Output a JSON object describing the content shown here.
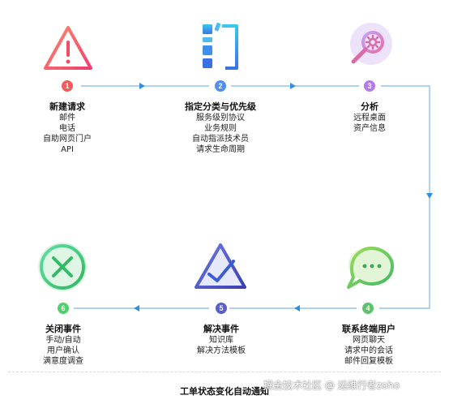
{
  "steps": [
    {
      "num": "1",
      "title": "新建请求",
      "lines": [
        "邮件",
        "电话",
        "自助网页门户",
        "API"
      ],
      "icon": "warning-triangle-icon"
    },
    {
      "num": "2",
      "title": "指定分类与优先级",
      "lines": [
        "服务级别协议",
        "业务规则",
        "自动指派技术员",
        "请求生命周期"
      ],
      "icon": "classification-blocks-icon"
    },
    {
      "num": "3",
      "title": "分析",
      "lines": [
        "远程桌面",
        "资产信息"
      ],
      "icon": "magnifier-gear-icon"
    },
    {
      "num": "4",
      "title": "联系终端用户",
      "lines": [
        "网页聊天",
        "请求中的会话",
        "邮件回复模板"
      ],
      "icon": "chat-bubble-icon"
    },
    {
      "num": "5",
      "title": "解决事件",
      "lines": [
        "知识库",
        "解决方法模板"
      ],
      "icon": "triangle-check-icon"
    },
    {
      "num": "6",
      "title": "关闭事件",
      "lines": [
        "手动/自动",
        "用户确认",
        "满意度调查"
      ],
      "icon": "close-circle-icon"
    }
  ],
  "caption": "工单状态变化自动通知",
  "watermark": "掘金技术社区 @ 运维行者zoho",
  "colors": {
    "step1": "#f25c5c",
    "step2": "#4f8ef7",
    "step3": "#b27be8",
    "step4": "#5ec26a",
    "step5": "#5a5fc9",
    "step6": "#4fd06a",
    "arrow": "#2f8fe0"
  }
}
